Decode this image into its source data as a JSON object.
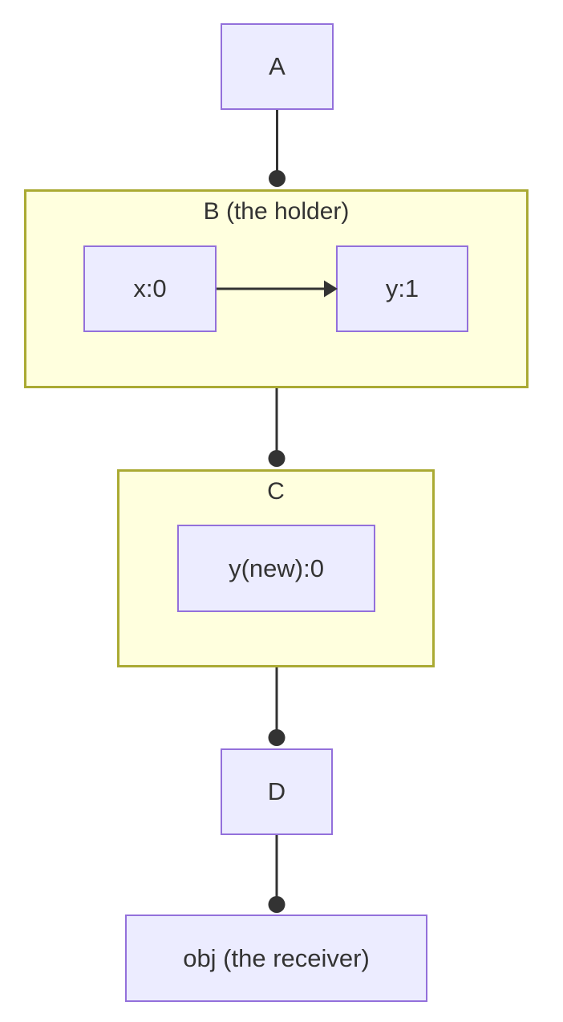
{
  "diagram": {
    "type": "flowchart",
    "direction": "top-down",
    "colors": {
      "node_fill": "#ECECFF",
      "node_border": "#9370DB",
      "cluster_fill": "#FFFFDE",
      "cluster_border": "#AAAA33",
      "edge_color": "#333333",
      "text_color": "#333333",
      "background": "#FFFFFF"
    },
    "clusters": {
      "b": {
        "label": "B (the holder)"
      },
      "c": {
        "label": "C"
      }
    },
    "nodes": {
      "a": {
        "label": "A"
      },
      "x0": {
        "label": "x:0"
      },
      "y1": {
        "label": "y:1"
      },
      "ynew": {
        "label": "y(new):0"
      },
      "d": {
        "label": "D"
      },
      "obj": {
        "label": "obj (the receiver)"
      }
    },
    "edges": [
      {
        "from": "A",
        "to": "B (the holder)",
        "end_marker": "filled-circle"
      },
      {
        "from": "x:0",
        "to": "y:1",
        "end_marker": "arrow"
      },
      {
        "from": "B (the holder)",
        "to": "C",
        "end_marker": "filled-circle"
      },
      {
        "from": "C",
        "to": "D",
        "end_marker": "filled-circle"
      },
      {
        "from": "D",
        "to": "obj (the receiver)",
        "end_marker": "filled-circle"
      }
    ]
  }
}
